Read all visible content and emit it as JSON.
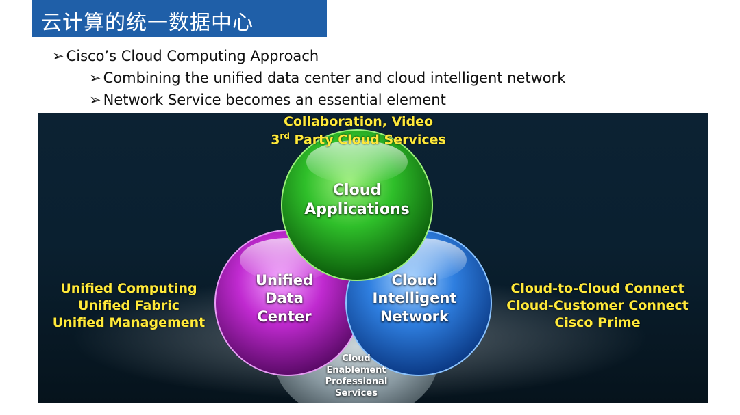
{
  "title": "云计算的统一数据中心",
  "bullets": [
    {
      "marker": "➢",
      "text": "Cisco’s Cloud Computing Approach"
    },
    {
      "marker": "➢",
      "text": "Combining the unified data center and cloud intelligent network"
    },
    {
      "marker": "➢",
      "text": "Network Service becomes an essential element"
    }
  ],
  "diagram": {
    "top_caption": {
      "line1": "Collaboration, Video",
      "line2_prefix": "3",
      "line2_sup": "rd",
      "line2_rest": " Party Cloud Services"
    },
    "left_caption": [
      "Unified Computing",
      "Unified Fabric",
      "Unified Management"
    ],
    "right_caption": [
      "Cloud-to-Cloud Connect",
      "Cloud-Customer Connect",
      "Cisco Prime"
    ],
    "spheres": {
      "apps": [
        "Cloud",
        "Applications"
      ],
      "datacenter": [
        "Unified",
        "Data",
        "Center"
      ],
      "network": [
        "Cloud",
        "Intelligent",
        "Network"
      ],
      "services": [
        "Cloud",
        "Enablement",
        "Professional",
        "Services"
      ]
    },
    "colors": {
      "caption": "#ffe93a",
      "apps": "#2fbf2a",
      "datacenter": "#c02ad0",
      "network": "#2f7fe0",
      "services": "#8a9aa2",
      "title_bar": "#1f5fa8"
    }
  }
}
